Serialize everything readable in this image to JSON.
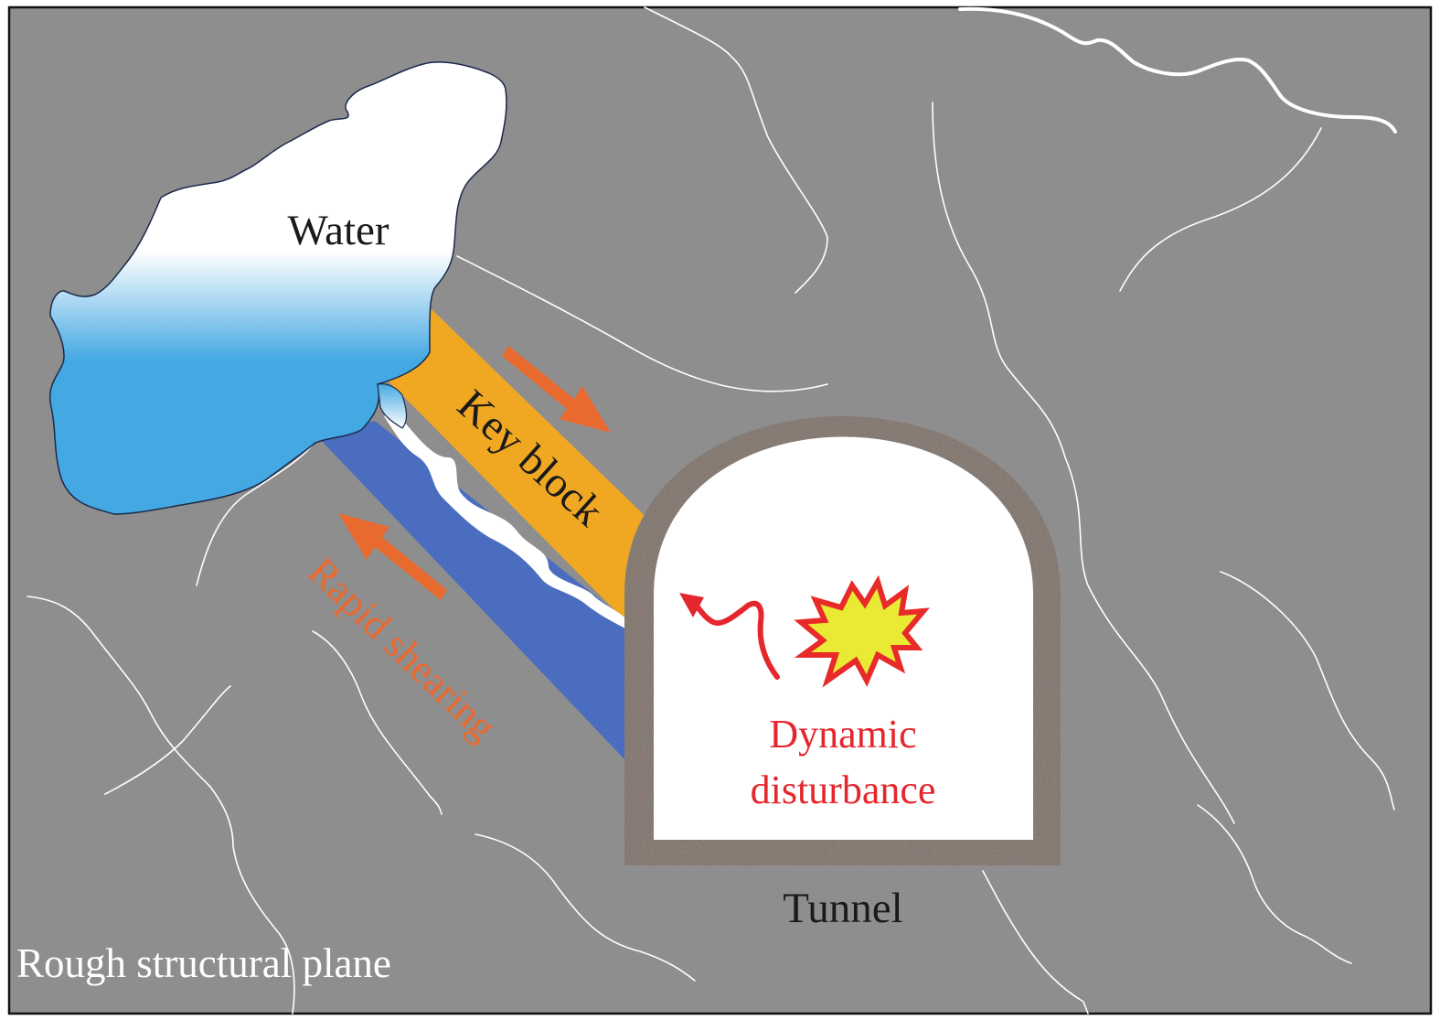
{
  "labels": {
    "water": "Water",
    "key_block": "Key block",
    "rapid_shearing": "Rapid shearing",
    "dynamic_line1": "Dynamic",
    "dynamic_line2": "disturbance",
    "tunnel": "Tunnel",
    "rough_plane": "Rough structural plane"
  },
  "colors": {
    "rock": "#8f8e8f",
    "water_top": "#ffffff",
    "water_bottom": "#44a8e2",
    "key_block": "#f0a823",
    "lower_block": "#4a6dbf",
    "arrow": "#e96a2f",
    "dynamic_text": "#e4272d",
    "burst_outer": "#e82a2a",
    "burst_inner": "#e8ea33",
    "lining": "#8d8179",
    "crack": "#ffffff",
    "text_dark": "#1a1a1a"
  },
  "icons": {
    "shear_arrows": "arrow-icon",
    "seismic_wave": "wavy-arrow-icon",
    "explosion": "burst-icon"
  }
}
